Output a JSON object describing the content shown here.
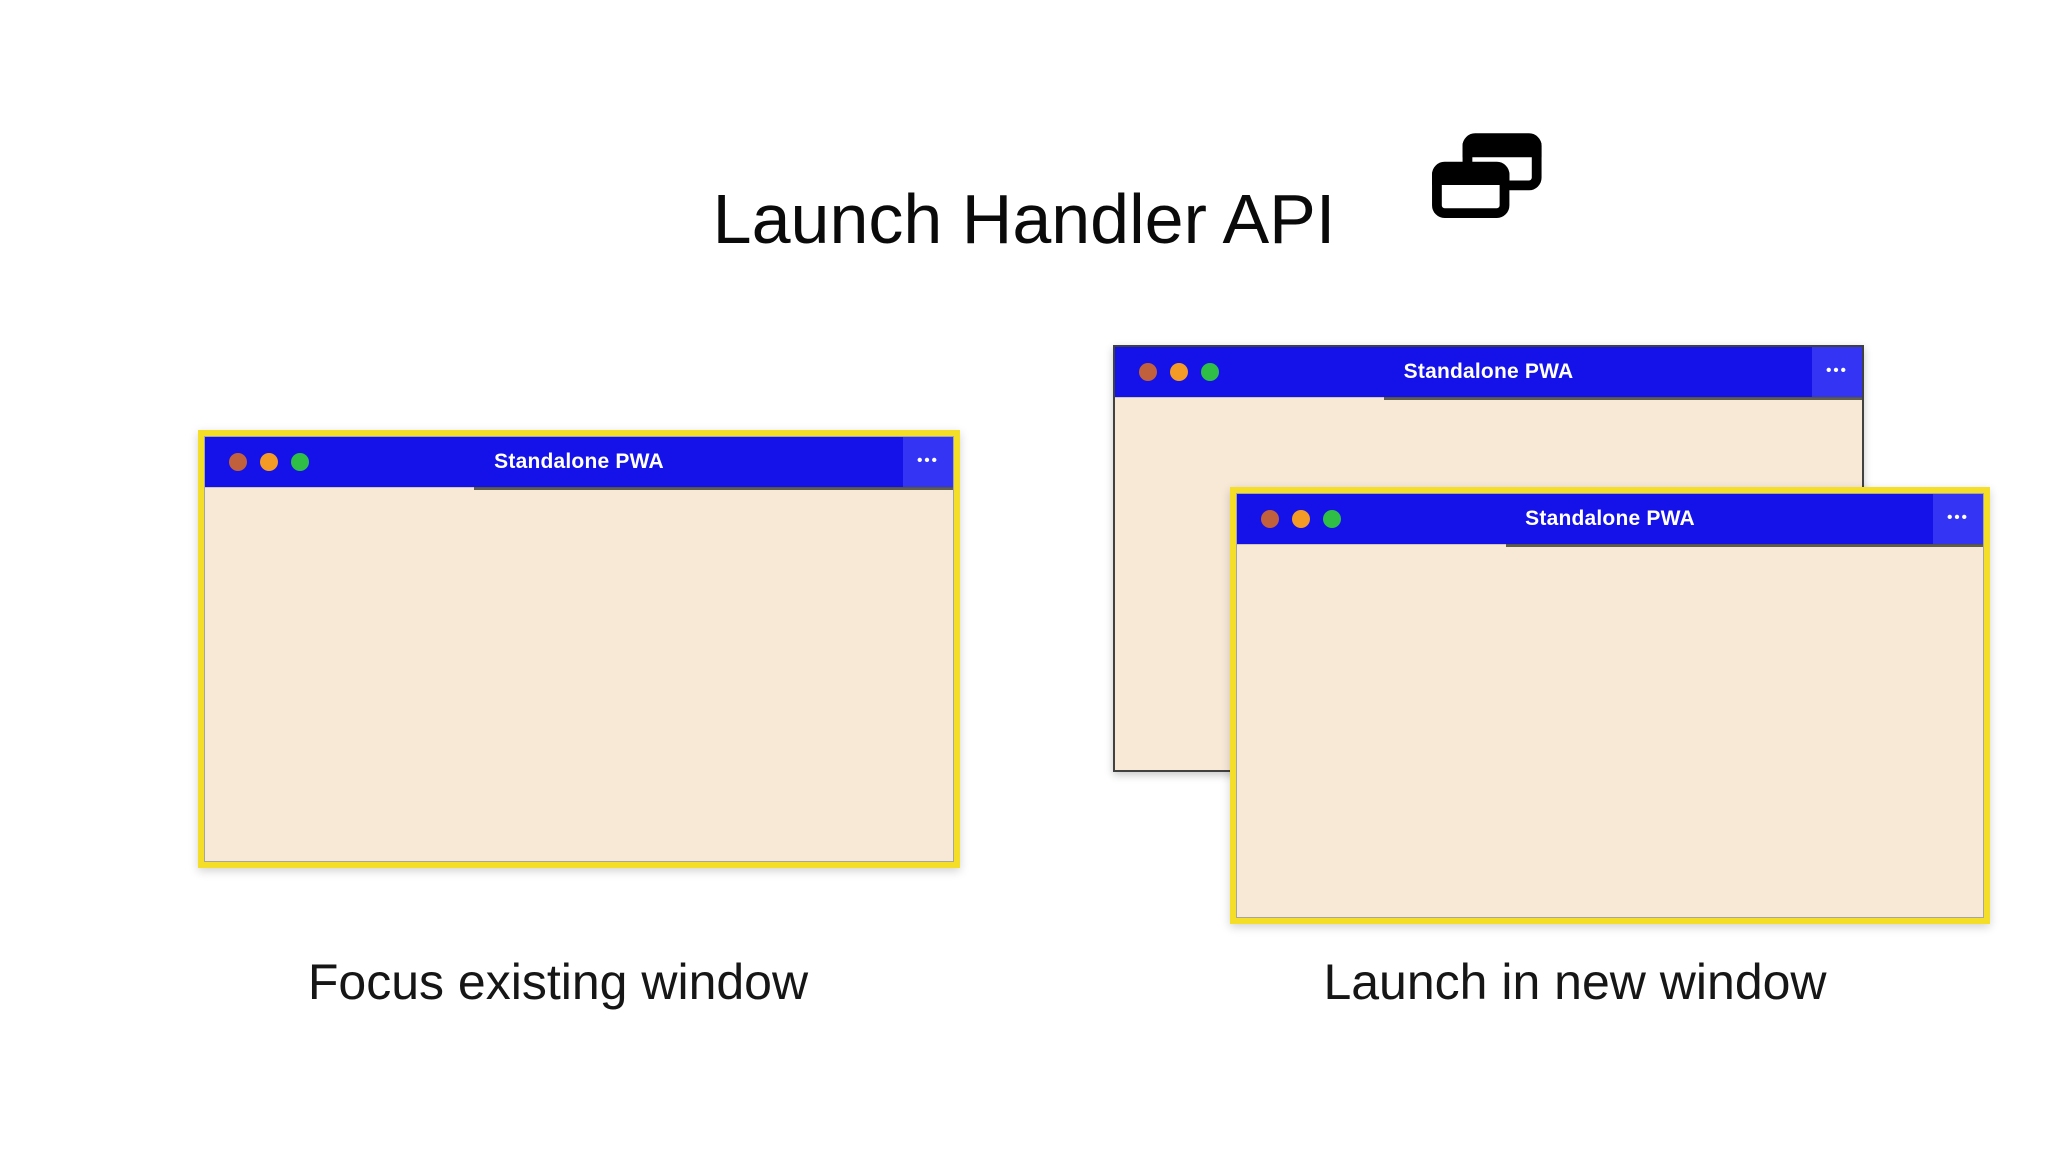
{
  "header": {
    "title": "Launch Handler API",
    "icon": "overlapping-windows-icon"
  },
  "scenarios": [
    {
      "id": "focus-existing",
      "label": "Focus existing window",
      "windows": [
        {
          "title": "Standalone PWA",
          "menu_icon": "•••",
          "highlighted": true,
          "traffic_lights": [
            "close",
            "minimize",
            "maximize"
          ]
        }
      ]
    },
    {
      "id": "launch-new",
      "label": "Launch in new window",
      "windows": [
        {
          "title": "Standalone PWA",
          "menu_icon": "•••",
          "highlighted": false,
          "traffic_lights": [
            "close",
            "minimize",
            "maximize"
          ]
        },
        {
          "title": "Standalone PWA",
          "menu_icon": "•••",
          "highlighted": true,
          "traffic_lights": [
            "close",
            "minimize",
            "maximize"
          ]
        }
      ]
    }
  ],
  "colors": {
    "titlebar_blue": "#1412e8",
    "menu_button_blue": "#3434f5",
    "window_body_cream": "#f8e9d7",
    "highlight_yellow": "#f4de28",
    "plain_window_border": "#414141",
    "dot_close": "#c1603c",
    "dot_minimize": "#f49b26",
    "dot_maximize": "#2fbf46",
    "title_text": "#0a0a0a",
    "window_title_text": "#ffffff",
    "background": "#ffffff"
  }
}
